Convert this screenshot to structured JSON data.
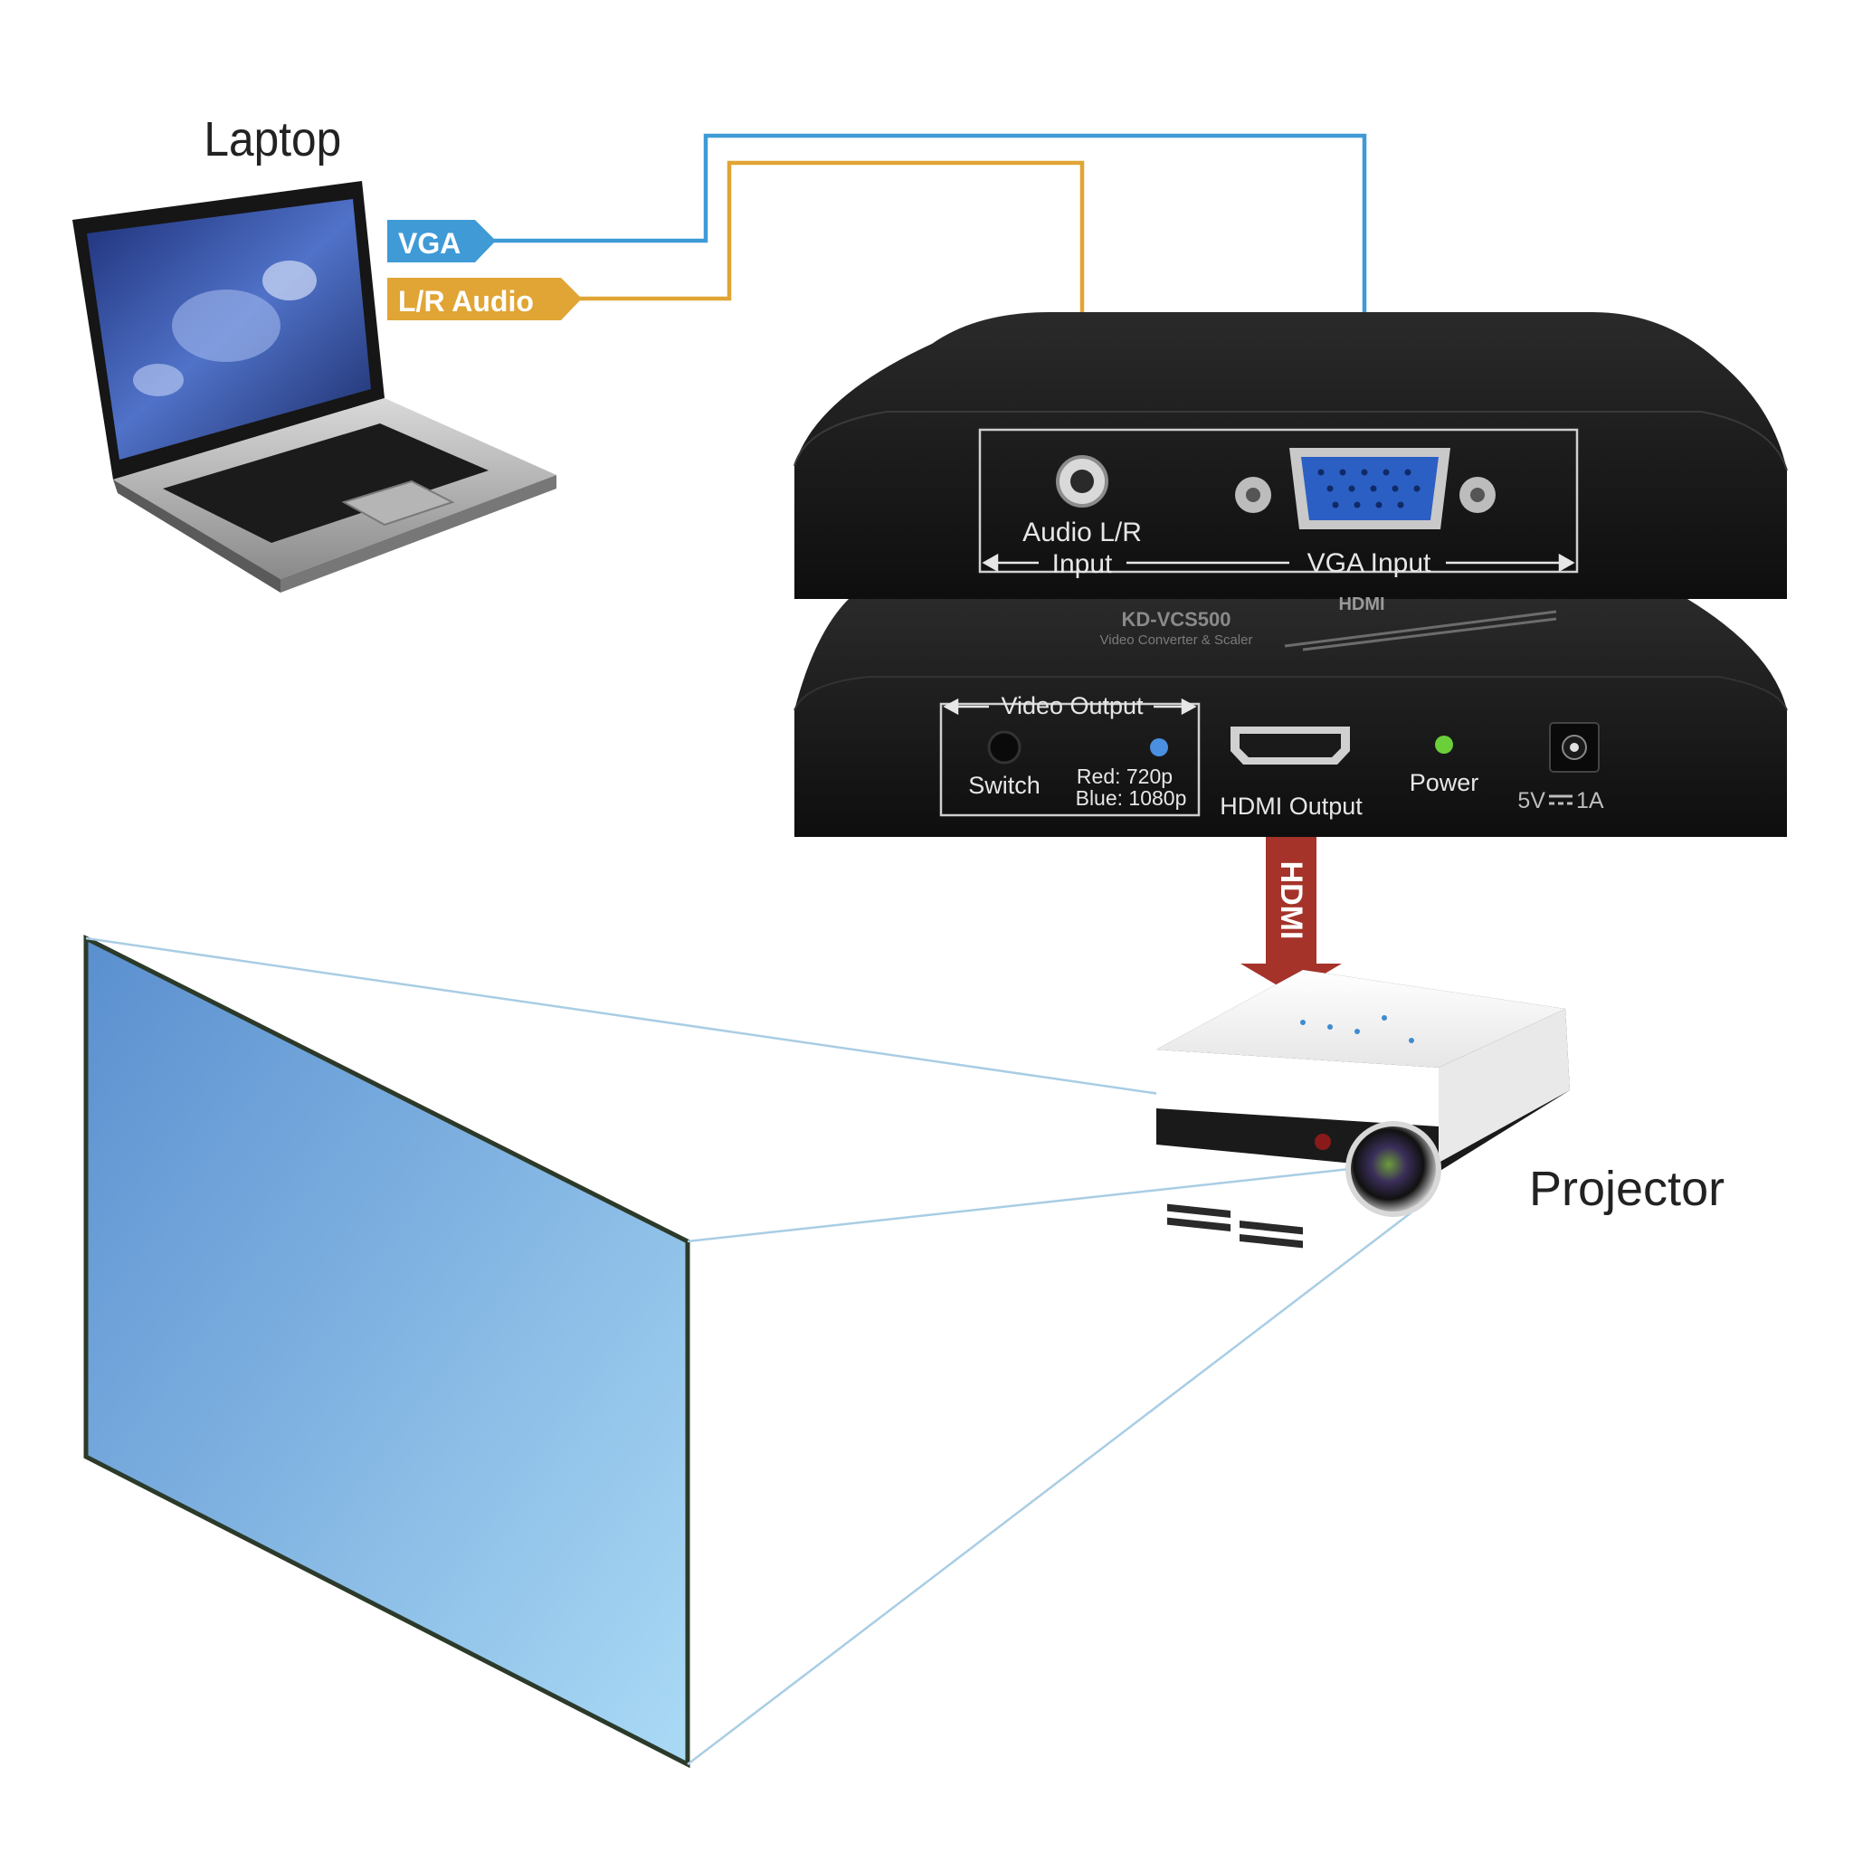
{
  "labels": {
    "laptop": "Laptop",
    "projector": "Projector",
    "vga_tag": "VGA",
    "audio_tag": "L/R Audio",
    "hdmi_arrow": "HDMI"
  },
  "device_brand": {
    "logo": "HDMI",
    "model": "KD-VCS500",
    "subtitle": "Video Converter & Scaler"
  },
  "back_panel": {
    "audio_label_1": "Audio L/R",
    "audio_label_2": "Input",
    "vga_label": "VGA Input"
  },
  "front_panel": {
    "video_output": "Video Output",
    "switch": "Switch",
    "res_red": "Red: 720p",
    "res_blue": "Blue: 1080p",
    "hdmi_output": "HDMI Output",
    "power": "Power",
    "dc_left": "5V",
    "dc_right": "1A"
  },
  "colors": {
    "vga": "#3f9ad6",
    "audio": "#e0a535",
    "hdmi": "#a5332a",
    "device": "#161616",
    "screen_top": "#5a8fcf",
    "screen_bottom": "#a8d8f4"
  }
}
